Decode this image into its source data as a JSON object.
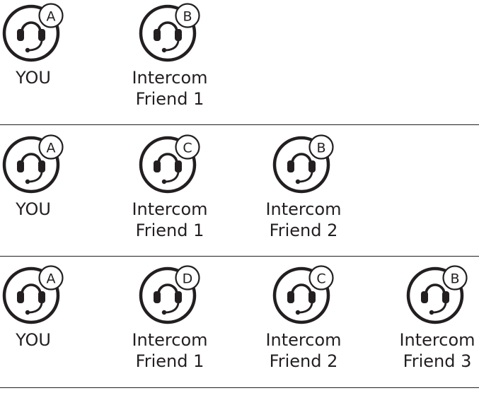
{
  "rows": [
    {
      "units": [
        {
          "letter": "A",
          "label": "YOU"
        },
        {
          "letter": "B",
          "label": "Intercom\nFriend 1"
        }
      ]
    },
    {
      "units": [
        {
          "letter": "A",
          "label": "YOU"
        },
        {
          "letter": "C",
          "label": "Intercom\nFriend 1"
        },
        {
          "letter": "B",
          "label": "Intercom\nFriend 2"
        }
      ]
    },
    {
      "units": [
        {
          "letter": "A",
          "label": "YOU"
        },
        {
          "letter": "D",
          "label": "Intercom\nFriend 1"
        },
        {
          "letter": "C",
          "label": "Intercom\nFriend 2"
        },
        {
          "letter": "B",
          "label": "Intercom\nFriend 3"
        }
      ]
    }
  ],
  "colors": {
    "ink": "#231f20",
    "background": "#ffffff"
  },
  "icons": {
    "unit": "headset-icon"
  }
}
